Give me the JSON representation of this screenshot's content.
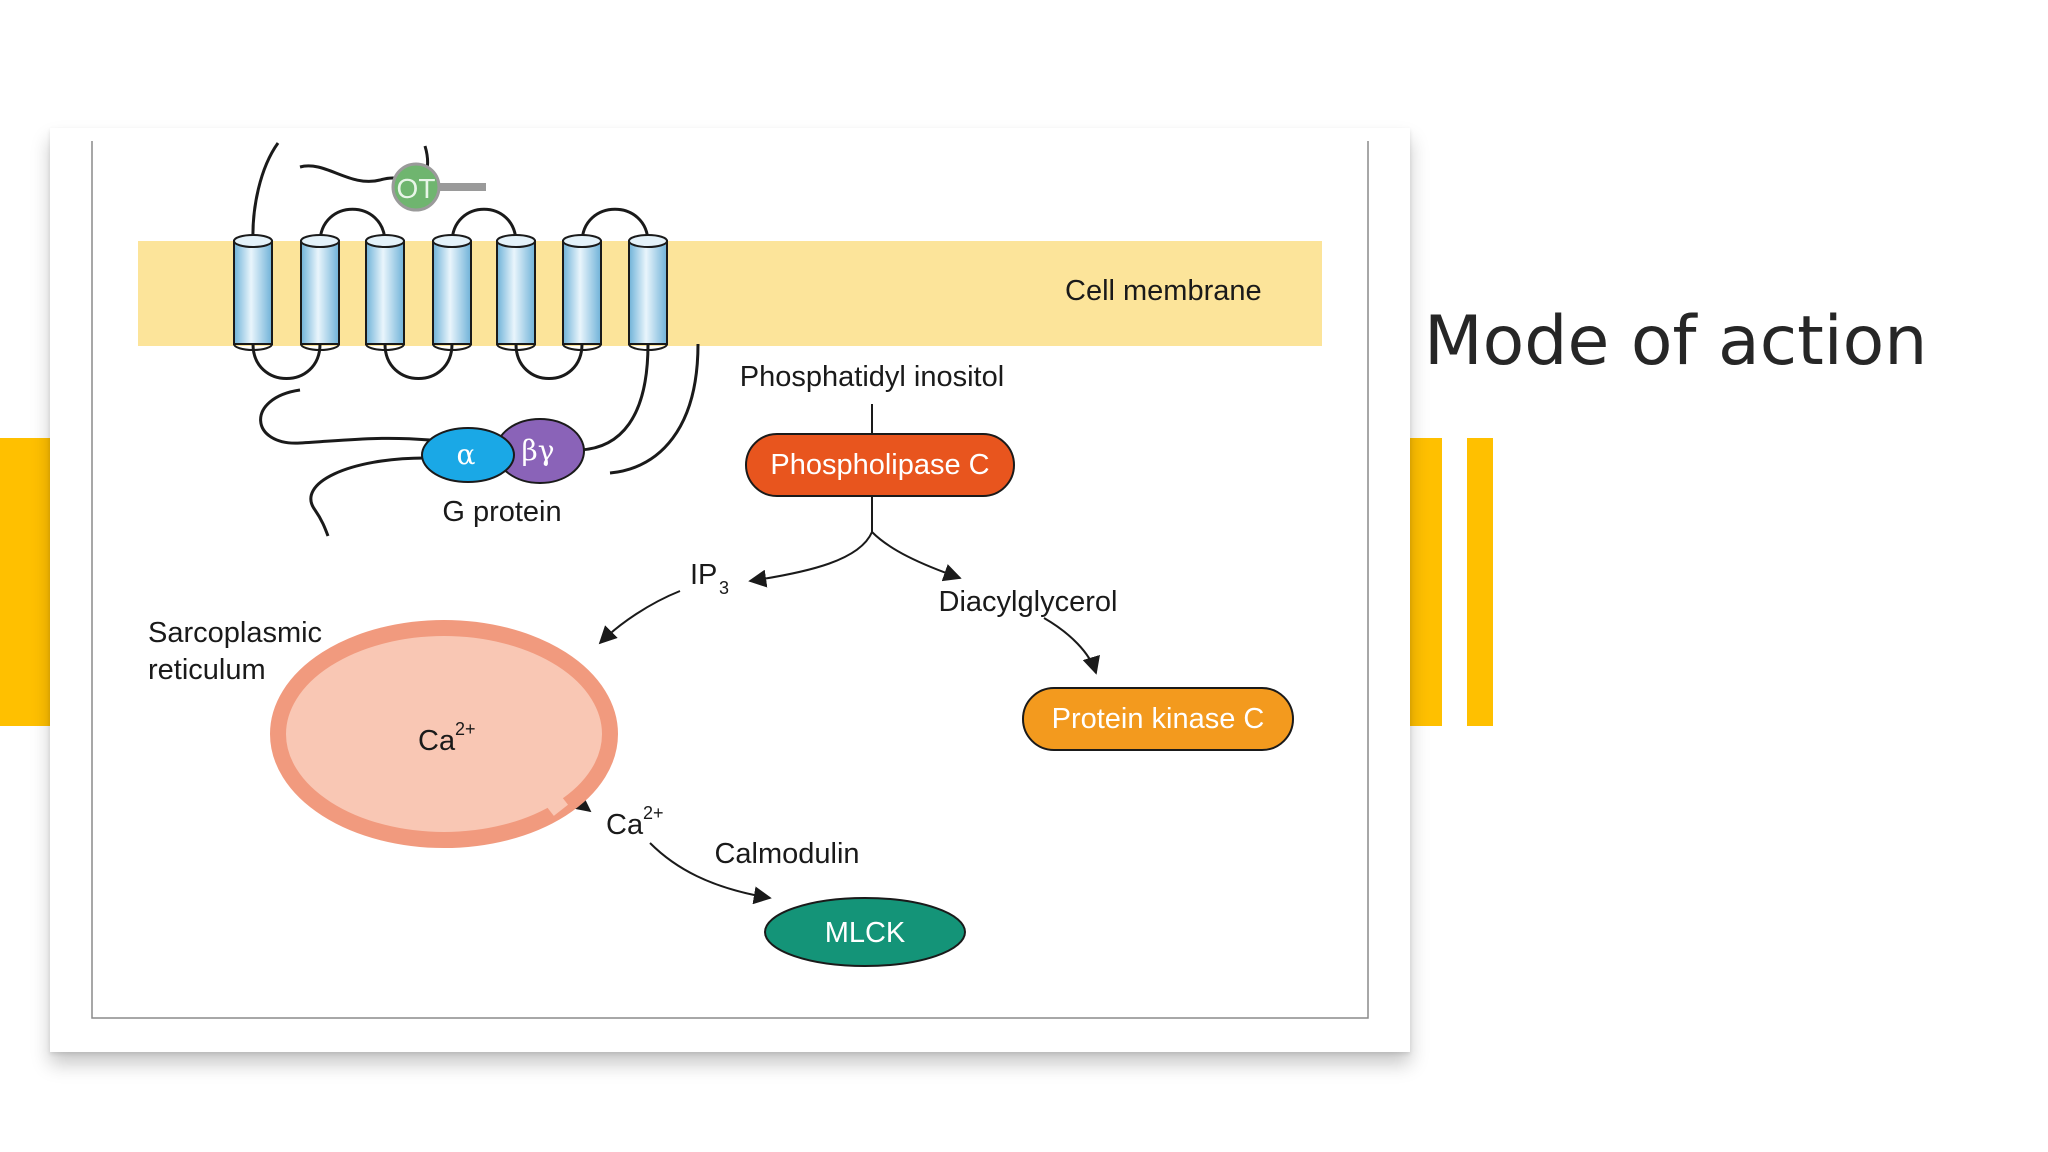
{
  "slide": {
    "title": "Mode of action"
  },
  "colors": {
    "accent": "#ffc000",
    "membrane": "#fce49a",
    "phospholipase_c": "#e8551e",
    "protein_kinase_c": "#f39a1e",
    "mlck": "#149478",
    "sarcoplasmic_reticulum_rim": "#f19a7e",
    "sarcoplasmic_reticulum_fill": "#f9c7b4",
    "g_alpha": "#1aa8e6",
    "g_beta_gamma": "#8a63b8",
    "ot": "#6fb56f",
    "helix": "#a9d6ef"
  },
  "diagram": {
    "membrane_label": "Cell membrane",
    "ligand_label": "OT",
    "g_alpha_label": "α",
    "g_beta_gamma_label": "βγ",
    "g_protein_label": "G protein",
    "phosphatidyl_inositol_label": "Phosphatidyl inositol",
    "phospholipase_c_label": "Phospholipase C",
    "ip3_label": "IP",
    "ip3_subscript": "3",
    "diacylglycerol_label": "Diacylglycerol",
    "protein_kinase_c_label": "Protein kinase C",
    "sr_label_line1": "Sarcoplasmic",
    "sr_label_line2": "reticulum",
    "ca_inside_label": "Ca",
    "ca_inside_charge": "2+",
    "ca_outside_label": "Ca",
    "ca_outside_charge": "2+",
    "calmodulin_label": "Calmodulin",
    "mlck_label": "MLCK"
  }
}
